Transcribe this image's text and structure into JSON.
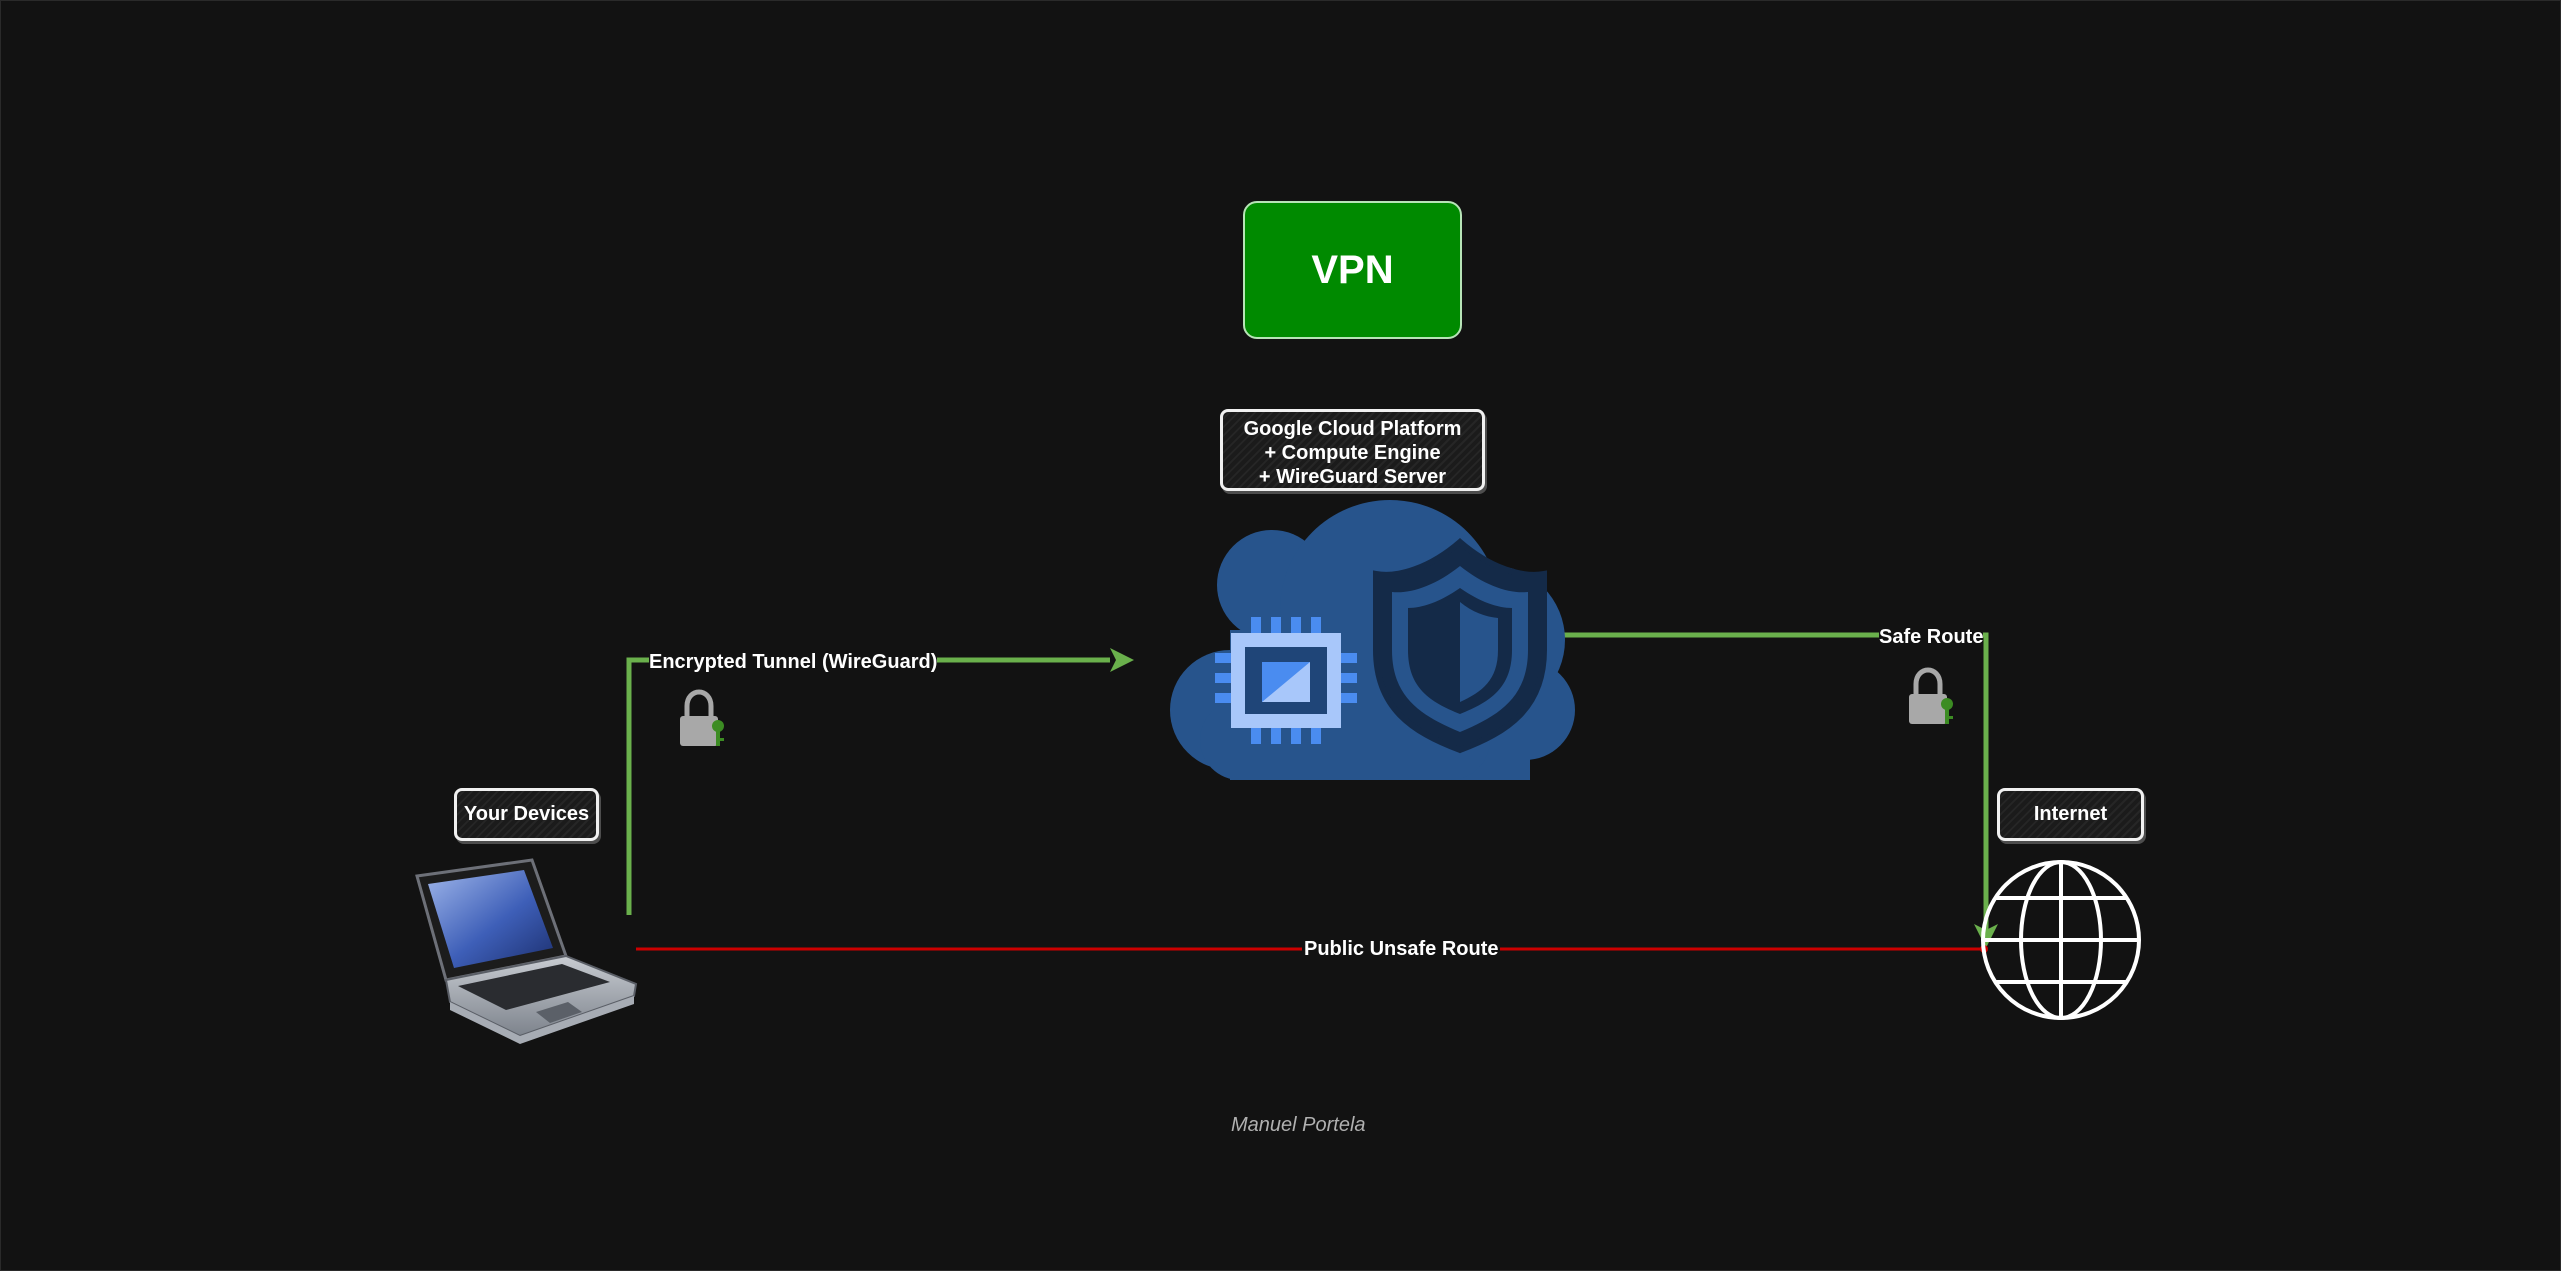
{
  "diagram": {
    "title_box": {
      "text": "VPN",
      "fill": "#008a00"
    },
    "nodes": {
      "cloud": {
        "label_lines": [
          "Google Cloud Platform",
          "+ Compute Engine",
          "+ WireGuard Server"
        ],
        "icon": "cloud-shield-chip-icon",
        "fill": "#27548c"
      },
      "devices": {
        "label": "Your Devices",
        "icon": "laptop-icon"
      },
      "internet": {
        "label": "Internet",
        "icon": "globe-icon"
      }
    },
    "edges": {
      "tunnel": {
        "label": "Encrypted Tunnel (WireGuard)",
        "color": "#6ab04c",
        "icon": "padlock-key-icon"
      },
      "safe": {
        "label": "Safe Route",
        "color": "#6ab04c",
        "icon": "padlock-key-icon"
      },
      "unsafe": {
        "label": "Public Unsafe Route",
        "color": "#cc0000"
      }
    },
    "author": "Manuel Portela"
  }
}
